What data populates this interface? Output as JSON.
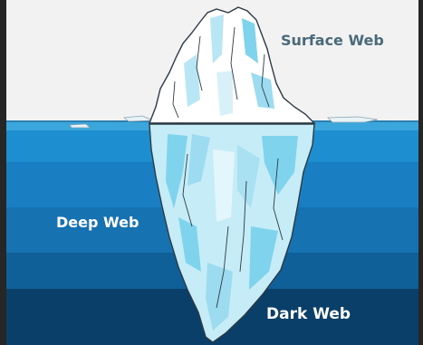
{
  "layers": {
    "surface": {
      "label": "Surface Web"
    },
    "deep": {
      "label": "Deep Web"
    },
    "dark": {
      "label": "Dark Web"
    }
  },
  "colors": {
    "sky": "#f2f2f3",
    "water_top": "#1d8fd0",
    "water_mid": "#1a78b8",
    "water_deep": "#0b4f84",
    "water_darkest": "#0a3f6a",
    "ice_light": "#ffffff",
    "ice_blue": "#7fd3ec",
    "ice_shade": "#b8e6f4",
    "outline": "#2b3a44"
  }
}
